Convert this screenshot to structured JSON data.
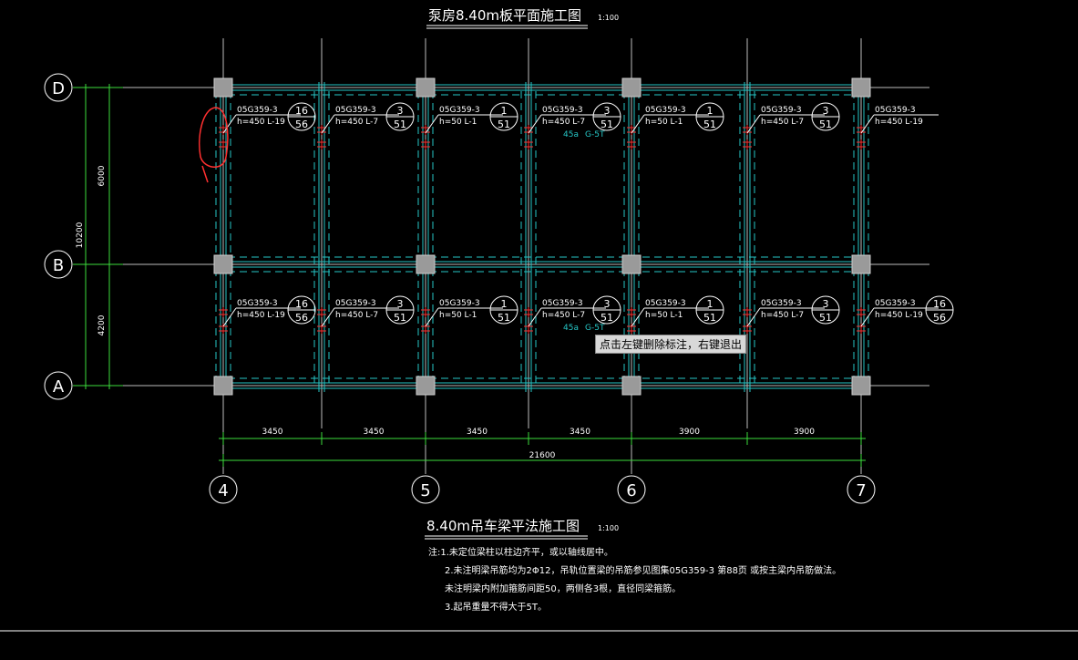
{
  "title_top": "泵房8.40m板平面施工图",
  "title_top_scale": "1:100",
  "title_bottom": "8.40m吊车梁平法施工图",
  "title_bottom_scale": "1:100",
  "axes_rows": [
    "D",
    "B",
    "A"
  ],
  "axes_cols": [
    "4",
    "5",
    "6",
    "7"
  ],
  "dim_vertical": [
    "6000",
    "10200",
    "4200"
  ],
  "dim_horizontal": [
    "3450",
    "3450",
    "3450",
    "3450",
    "3900",
    "3900"
  ],
  "dim_total": "21600",
  "beam_code": "05G359-3",
  "row_top_labels": [
    {
      "h": "h=450 L-19",
      "circ_top": "16",
      "circ_bot": "56"
    },
    {
      "h": "h=450 L-7",
      "circ_top": "3",
      "circ_bot": "51"
    },
    {
      "h": "h=50 L-1",
      "circ_top": "1",
      "circ_bot": "51"
    },
    {
      "h": "h=450 L-7",
      "circ_top": "3",
      "circ_bot": "51"
    },
    {
      "h": "h=50 L-1",
      "circ_top": "1",
      "circ_bot": "51"
    },
    {
      "h": "h=450 L-7",
      "circ_top": "3",
      "circ_bot": "51"
    },
    {
      "h": "h=450 L-19",
      "circ_top": "",
      "circ_bot": ""
    }
  ],
  "row_bottom_labels": [
    {
      "h": "h=450 L-19",
      "circ_top": "16",
      "circ_bot": "56"
    },
    {
      "h": "h=450 L-7",
      "circ_top": "3",
      "circ_bot": "51"
    },
    {
      "h": "h=50 L-1",
      "circ_top": "1",
      "circ_bot": "51"
    },
    {
      "h": "h=450 L-7",
      "circ_top": "3",
      "circ_bot": "51"
    },
    {
      "h": "h=50 L-1",
      "circ_top": "1",
      "circ_bot": "51"
    },
    {
      "h": "h=450 L-7",
      "circ_top": "3",
      "circ_bot": "51"
    },
    {
      "h": "h=450 L-19",
      "circ_top": "16",
      "circ_bot": "56"
    }
  ],
  "cyan_note_a": "45a",
  "cyan_note_b": "G-5T",
  "tooltip": "点击左键删除标注，右键退出",
  "notes": [
    "注:1.未定位梁柱以柱边齐平，或以轴线居中。",
    "2.未注明梁吊筋均为2Φ12，吊轨位置梁的吊筋参见图集05G359-3  第88页  或按主梁内吊筋做法。",
    "未注明梁内附加箍筋间距50，两侧各3根，直径同梁箍筋。",
    "3.起吊重量不得大于5T。"
  ],
  "colors": {
    "background": "#000000",
    "frame": "#26c6c6",
    "dim": "#3cdc3c",
    "text": "#ffffff",
    "accent": "#ff3030",
    "column": "#9a9a9a"
  }
}
